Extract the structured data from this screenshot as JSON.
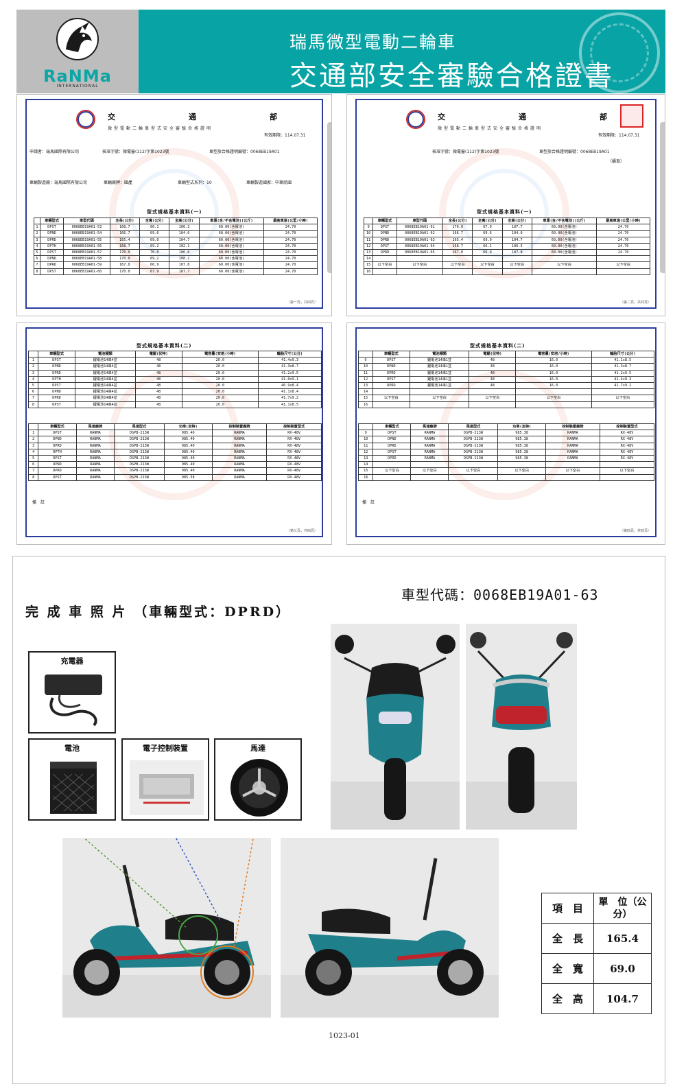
{
  "header": {
    "subtitle": "瑞馬微型電動二輪車",
    "title": "交通部安全審驗合格證書",
    "logo_text": "RaNMa",
    "logo_sub": "INTERNATIONAL"
  },
  "certificate": {
    "agency": "交　通　部",
    "doc_title": "微型電動二輪車型式安全審驗合格證明",
    "valid_date": "有效期限：114.07.31",
    "applicant": "申請者：瑞馬國際有限公司",
    "approval_no": "核准字號：微電審(112)字第1023號",
    "cert_no": "車型族合格證明編號：0068EB19A01",
    "manufacturer": "車輛製造廠：瑞馬國際有限公司",
    "brand": "車輛廠牌：國產",
    "series": "車輛型式系列：10",
    "origin": "車輛製造國家：中華民國",
    "continued": "（續頁）",
    "table1_caption": "型式規格基本資料(一)",
    "table2_caption": "型式規格基本資料(二)",
    "table1_headers": [
      "",
      "車輛型式",
      "車型代碼",
      "全長(公分)",
      "全寬(公分)",
      "全高(公分)",
      "車重(含/不含電池)(公斤)",
      "最高車速(公里/小時)"
    ],
    "table1_rows_p1": [
      [
        "1",
        "DPST",
        "0068EB19A01-53",
        "168.7",
        "66.1",
        "106.3",
        "60.00(含電池)",
        "24.70"
      ],
      [
        "2",
        "DPND",
        "0068EB19A01-54",
        "166.7",
        "69.6",
        "104.0",
        "60.00(含電池)",
        "24.70"
      ],
      [
        "3",
        "DPRD",
        "0068EB19A01-55",
        "165.4",
        "69.0",
        "104.7",
        "60.00(含電池)",
        "24.70"
      ],
      [
        "4",
        "DPTH",
        "0068EB19A01-56",
        "168.7",
        "69.2",
        "102.1",
        "60.00(含電池)",
        "24.70"
      ],
      [
        "5",
        "DPST",
        "0068EB19A01-57",
        "170.0",
        "70.0",
        "106.0",
        "60.00(含電池)",
        "24.70"
      ],
      [
        "6",
        "DPND",
        "0068EB19A01-58",
        "170.0",
        "69.2",
        "108.2",
        "60.00(含電池)",
        "24.70"
      ],
      [
        "7",
        "DPRD",
        "0068EB19A01-59",
        "167.0",
        "66.9",
        "107.8",
        "60.00(含電池)",
        "24.70"
      ],
      [
        "8",
        "DPST",
        "0068EB19A01-60",
        "170.0",
        "67.9",
        "107.7",
        "60.00(含電池)",
        "24.70"
      ]
    ],
    "table1_rows_p2": [
      [
        "9",
        "DPST",
        "0068EB19A01-61",
        "170.0",
        "67.9",
        "107.7",
        "60.00(含電池)",
        "24.70"
      ],
      [
        "10",
        "DPND",
        "0068EB19A01-62",
        "166.7",
        "69.6",
        "104.0",
        "60.00(含電池)",
        "24.70"
      ],
      [
        "11",
        "DPRD",
        "0068EB19A01-63",
        "165.4",
        "69.0",
        "104.7",
        "60.00(含電池)",
        "24.70"
      ],
      [
        "12",
        "DPST",
        "0068EB19A01-64",
        "168.7",
        "66.1",
        "106.3",
        "60.00(含電池)",
        "24.70"
      ],
      [
        "13",
        "DPRD",
        "0068EB19A01-65",
        "167.0",
        "66.9",
        "107.8",
        "60.00(含電池)",
        "24.70"
      ],
      [
        "14",
        "",
        "",
        "",
        "",
        "",
        "",
        ""
      ],
      [
        "15",
        "以下空白",
        "以下空白",
        "以下空白",
        "以下空白",
        "以下空白",
        "以下空白",
        "以下空白"
      ],
      [
        "16",
        "",
        "",
        "",
        "",
        "",
        "",
        ""
      ]
    ],
    "table2_headers": [
      "",
      "車輛型式",
      "電池種類",
      "電壓(伏特)",
      "電容量(安培/小時)",
      "輪胎尺寸(公分)"
    ],
    "table2_rows_p1": [
      [
        "1",
        "DPST",
        "鋰電池14串4並",
        "48",
        "20.0",
        "41.4x9.3"
      ],
      [
        "2",
        "DPND",
        "鋰電池14串4並",
        "48",
        "20.0",
        "41.3x8.7"
      ],
      [
        "3",
        "DPRD",
        "鋰電池14串4並",
        "48",
        "20.0",
        "41.2x9.5"
      ],
      [
        "4",
        "DPTH",
        "鋰電池14串4並",
        "48",
        "20.0",
        "41.0x9.1"
      ],
      [
        "5",
        "DPST",
        "鋰電池14串4並",
        "48",
        "20.0",
        "40.9x8.4"
      ],
      [
        "6",
        "DPND",
        "鋰電池14串4並",
        "48",
        "20.0",
        "41.1x8.4"
      ],
      [
        "7",
        "DPRD",
        "鋰電池14串4並",
        "48",
        "20.0",
        "41.7x9.2"
      ],
      [
        "8",
        "DPST",
        "鋰電池14串4並",
        "48",
        "20.0",
        "41.1x8.5"
      ]
    ],
    "table2_rows_p2": [
      [
        "9",
        "DPST",
        "鋰電池14串1並",
        "48",
        "16.0",
        "41.1x8.5"
      ],
      [
        "10",
        "DPND",
        "鋰電池14串1並",
        "48",
        "16.0",
        "41.3x8.7"
      ],
      [
        "11",
        "DPRD",
        "鋰電池14串1並",
        "48",
        "16.0",
        "41.2x9.5"
      ],
      [
        "12",
        "DPST",
        "鋰電池14串1並",
        "48",
        "16.0",
        "41.4x9.3"
      ],
      [
        "13",
        "DPRD",
        "鋰電池14串1並",
        "48",
        "16.0",
        "41.7x9.2"
      ],
      [
        "14",
        "",
        "",
        "",
        "",
        ""
      ],
      [
        "15",
        "以下空白",
        "以下空白",
        "以下空白",
        "以下空白",
        "以下空白"
      ],
      [
        "16",
        "",
        "",
        "",
        "",
        ""
      ]
    ],
    "table3_headers": [
      "",
      "車輛型式",
      "馬達廠牌",
      "馬達型式",
      "功率(瓦特)",
      "控制裝置廠牌",
      "控制裝置型式"
    ],
    "table3_rows_p1": [
      [
        "1",
        "DPST",
        "RANMA",
        "DSPB-213W",
        "985.40",
        "RANMA",
        "RX-48V"
      ],
      [
        "2",
        "DPND",
        "RANMA",
        "DSPB-213W",
        "985.40",
        "RANMA",
        "RX-48V"
      ],
      [
        "3",
        "DPRD",
        "RANMA",
        "DSPB-213W",
        "985.40",
        "RANMA",
        "RX-48V"
      ],
      [
        "4",
        "DPTH",
        "RANMA",
        "DSPB-213W",
        "985.40",
        "RANMA",
        "RX-48V"
      ],
      [
        "5",
        "DPST",
        "RANMA",
        "DSPB-213W",
        "985.40",
        "RANMA",
        "RX-48V"
      ],
      [
        "6",
        "DPND",
        "RANMA",
        "DSPB-213W",
        "985.40",
        "RANMA",
        "RX-48V"
      ],
      [
        "7",
        "DPRD",
        "RANMA",
        "DSPB-213W",
        "985.40",
        "RANMA",
        "RX-48V"
      ],
      [
        "8",
        "DPST",
        "RANMA",
        "DSPB-213W",
        "985.38",
        "RANMA",
        "RX-48V"
      ]
    ],
    "table3_rows_p2": [
      [
        "9",
        "DPST",
        "RANMA",
        "DSPB-213W",
        "985.38",
        "RANMA",
        "RX-48V"
      ],
      [
        "10",
        "DPND",
        "RANMA",
        "DSPB-213W",
        "985.38",
        "RANMA",
        "RX-48V"
      ],
      [
        "11",
        "DPRD",
        "RANMA",
        "DSPB-213W",
        "985.38",
        "RANMA",
        "RX-48V"
      ],
      [
        "12",
        "DPST",
        "RANMA",
        "DSPB-213W",
        "985.38",
        "RANMA",
        "RX-48V"
      ],
      [
        "13",
        "DPRD",
        "RANMA",
        "DSPB-213W",
        "985.38",
        "RANMA",
        "RX-48V"
      ],
      [
        "14",
        "",
        "",
        "",
        "",
        "",
        ""
      ],
      [
        "15",
        "以下空白",
        "以下空白",
        "以下空白",
        "以下空白",
        "以下空白",
        "以下空白"
      ],
      [
        "16",
        "",
        "",
        "",
        "",
        "",
        ""
      ]
    ],
    "remarks_label": "備　註",
    "page_marks": [
      "（第一頁，共四頁）",
      "（第二頁，共四頁）",
      "（第三頁，共四頁）",
      "（第四頁，共四頁）"
    ],
    "footer_code": "1023-01"
  },
  "photos": {
    "vehicle_code": "車型代碼：0068EB19A01-63",
    "title": "完 成 車 照 片 （車輛型式：DPRD）",
    "charger_label": "充電器",
    "battery_label": "電池",
    "controller_label": "電子控制裝置",
    "motor_label": "馬達",
    "sheet_number": "1023-01"
  },
  "dimensions": {
    "col1_header": "項　目",
    "col2_header": "單　位（公分）",
    "rows": [
      {
        "label": "全　長",
        "value": "165.4"
      },
      {
        "label": "全　寬",
        "value": "69.0"
      },
      {
        "label": "全　高",
        "value": "104.7"
      }
    ]
  },
  "colors": {
    "teal": "#08a3a5",
    "frame_blue": "#2b3c9c",
    "scooter": "#1f7f8a"
  }
}
